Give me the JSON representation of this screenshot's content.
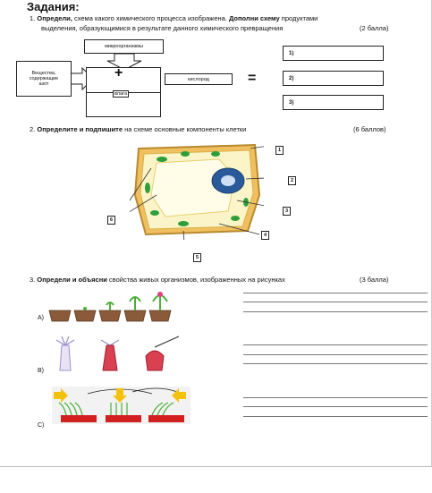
{
  "header": {
    "title": "Задания:"
  },
  "q1": {
    "number": "1.",
    "bold1": "Определи,",
    "text1": " схема какого химического процесса изображена. ",
    "bold2": "Дополни схему",
    "text2": " продуктами",
    "line2": "выделения, образующимися в результате данного химического превращения",
    "points": "(2 балла)",
    "box_top": "микроорганизмы",
    "box_left_1": "Вещества,",
    "box_left_2": "содержащие",
    "box_left_3": "азот",
    "plus": "+",
    "box_mid_label": "влага",
    "box_right": "кислород",
    "equals": "=",
    "answers": [
      "1)",
      "2)",
      "3)"
    ]
  },
  "q2": {
    "number": "2.",
    "bold": "Определите и подпишите",
    "text": " на схеме основные компоненты клетки",
    "points": "(6 баллов)",
    "labels": [
      "1",
      "2",
      "3",
      "4",
      "5",
      "6"
    ]
  },
  "q3": {
    "number": "3.",
    "bold": "Определи и объясни",
    "text": " свойства живых организмов, изображенных на рисунках",
    "points": "(3 балла)",
    "rows": [
      "A)",
      "B)",
      "C)"
    ]
  },
  "colors": {
    "cell_wall": "#f0c060",
    "chloroplast": "#2e9e3a",
    "nucleus": "#2a5a9a",
    "pot": "#8a5a3a",
    "tray": "#d22020",
    "arrow": "#f4c20d"
  }
}
